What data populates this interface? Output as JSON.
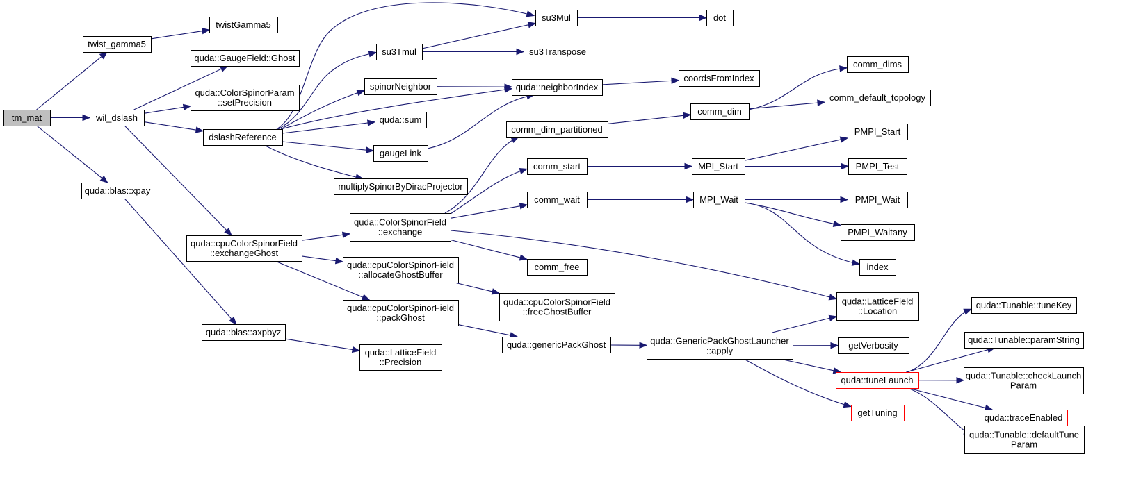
{
  "colors": {
    "edge": "#191970",
    "root_fill": "#bfbfbf",
    "highlight_border": "#ff0000"
  },
  "nodes": [
    {
      "id": "tm_mat",
      "lines": [
        "tm_mat"
      ],
      "style": "root"
    },
    {
      "id": "twist_gamma5",
      "lines": [
        "twist_gamma5"
      ]
    },
    {
      "id": "twistGamma5",
      "lines": [
        "twistGamma5"
      ]
    },
    {
      "id": "wil_dslash",
      "lines": [
        "wil_dslash"
      ]
    },
    {
      "id": "xpay",
      "lines": [
        "quda::blas::xpay"
      ]
    },
    {
      "id": "ghost",
      "lines": [
        "quda::GaugeField::Ghost"
      ]
    },
    {
      "id": "setPrecision",
      "lines": [
        "quda::ColorSpinorParam",
        "::setPrecision"
      ]
    },
    {
      "id": "dslashReference",
      "lines": [
        "dslashReference"
      ]
    },
    {
      "id": "exchangeGhost",
      "lines": [
        "quda::cpuColorSpinorField",
        "::exchangeGhost"
      ]
    },
    {
      "id": "axpbyz",
      "lines": [
        "quda::blas::axpbyz"
      ]
    },
    {
      "id": "su3Mul",
      "lines": [
        "su3Mul"
      ]
    },
    {
      "id": "su3Tmul",
      "lines": [
        "su3Tmul"
      ]
    },
    {
      "id": "spinorNeighbor",
      "lines": [
        "spinorNeighbor"
      ]
    },
    {
      "id": "qsum",
      "lines": [
        "quda::sum"
      ]
    },
    {
      "id": "gaugeLink",
      "lines": [
        "gaugeLink"
      ]
    },
    {
      "id": "multiply",
      "lines": [
        "multiplySpinorByDiracProjector"
      ]
    },
    {
      "id": "exchange",
      "lines": [
        "quda::ColorSpinorField",
        "::exchange"
      ]
    },
    {
      "id": "allocateGhost",
      "lines": [
        "quda::cpuColorSpinorField",
        "::allocateGhostBuffer"
      ]
    },
    {
      "id": "packGhost",
      "lines": [
        "quda::cpuColorSpinorField",
        "::packGhost"
      ]
    },
    {
      "id": "lfPrecision",
      "lines": [
        "quda::LatticeField",
        "::Precision"
      ]
    },
    {
      "id": "dot",
      "lines": [
        "dot"
      ]
    },
    {
      "id": "su3Transpose",
      "lines": [
        "su3Transpose"
      ]
    },
    {
      "id": "neighborIndex",
      "lines": [
        "quda::neighborIndex"
      ]
    },
    {
      "id": "coordsFromIndex",
      "lines": [
        "coordsFromIndex"
      ]
    },
    {
      "id": "commDimPartitioned",
      "lines": [
        "comm_dim_partitioned"
      ]
    },
    {
      "id": "commStart",
      "lines": [
        "comm_start"
      ]
    },
    {
      "id": "commWait",
      "lines": [
        "comm_wait"
      ]
    },
    {
      "id": "commFree",
      "lines": [
        "comm_free"
      ]
    },
    {
      "id": "freeGhost",
      "lines": [
        "quda::cpuColorSpinorField",
        "::freeGhostBuffer"
      ]
    },
    {
      "id": "genericPackGhost",
      "lines": [
        "quda::genericPackGhost"
      ]
    },
    {
      "id": "commDim",
      "lines": [
        "comm_dim"
      ]
    },
    {
      "id": "mpiStart",
      "lines": [
        "MPI_Start"
      ]
    },
    {
      "id": "mpiWait",
      "lines": [
        "MPI_Wait"
      ]
    },
    {
      "id": "launcherApply",
      "lines": [
        "quda::GenericPackGhostLauncher",
        "::apply"
      ]
    },
    {
      "id": "commDims",
      "lines": [
        "comm_dims"
      ]
    },
    {
      "id": "commDefaultTopology",
      "lines": [
        "comm_default_topology"
      ]
    },
    {
      "id": "pmpiStart",
      "lines": [
        "PMPI_Start"
      ]
    },
    {
      "id": "pmpiTest",
      "lines": [
        "PMPI_Test"
      ]
    },
    {
      "id": "pmpiWait",
      "lines": [
        "PMPI_Wait"
      ]
    },
    {
      "id": "pmpiWaitany",
      "lines": [
        "PMPI_Waitany"
      ]
    },
    {
      "id": "index",
      "lines": [
        "index"
      ]
    },
    {
      "id": "lfLocation",
      "lines": [
        "quda::LatticeField",
        "::Location"
      ]
    },
    {
      "id": "getVerbosity",
      "lines": [
        "getVerbosity"
      ]
    },
    {
      "id": "tuneLaunch",
      "lines": [
        "quda::tuneLaunch"
      ],
      "style": "red"
    },
    {
      "id": "getTuning",
      "lines": [
        "getTuning"
      ],
      "style": "red"
    },
    {
      "id": "tuneKey",
      "lines": [
        "quda::Tunable::tuneKey"
      ]
    },
    {
      "id": "paramString",
      "lines": [
        "quda::Tunable::paramString"
      ]
    },
    {
      "id": "checkLaunchParam",
      "lines": [
        "quda::Tunable::checkLaunch",
        "Param"
      ]
    },
    {
      "id": "traceEnabled",
      "lines": [
        "quda::traceEnabled"
      ],
      "style": "red"
    },
    {
      "id": "defaultTuneParam",
      "lines": [
        "quda::Tunable::defaultTune",
        "Param"
      ]
    }
  ],
  "edges": [
    {
      "from": "tm_mat",
      "to": "twist_gamma5"
    },
    {
      "from": "tm_mat",
      "to": "wil_dslash"
    },
    {
      "from": "tm_mat",
      "to": "xpay"
    },
    {
      "from": "twist_gamma5",
      "to": "twistGamma5"
    },
    {
      "from": "wil_dslash",
      "to": "ghost"
    },
    {
      "from": "wil_dslash",
      "to": "setPrecision"
    },
    {
      "from": "wil_dslash",
      "to": "dslashReference"
    },
    {
      "from": "wil_dslash",
      "to": "exchangeGhost"
    },
    {
      "from": "xpay",
      "to": "axpbyz"
    },
    {
      "from": "dslashReference",
      "to": "su3Mul"
    },
    {
      "from": "dslashReference",
      "to": "su3Tmul"
    },
    {
      "from": "dslashReference",
      "to": "spinorNeighbor"
    },
    {
      "from": "dslashReference",
      "to": "qsum"
    },
    {
      "from": "dslashReference",
      "to": "gaugeLink"
    },
    {
      "from": "dslashReference",
      "to": "multiply"
    },
    {
      "from": "dslashReference",
      "to": "neighborIndex"
    },
    {
      "from": "su3Tmul",
      "to": "su3Mul"
    },
    {
      "from": "su3Tmul",
      "to": "su3Transpose"
    },
    {
      "from": "su3Mul",
      "to": "dot"
    },
    {
      "from": "spinorNeighbor",
      "to": "neighborIndex"
    },
    {
      "from": "gaugeLink",
      "to": "neighborIndex"
    },
    {
      "from": "neighborIndex",
      "to": "coordsFromIndex"
    },
    {
      "from": "exchangeGhost",
      "to": "exchange"
    },
    {
      "from": "exchangeGhost",
      "to": "allocateGhost"
    },
    {
      "from": "exchangeGhost",
      "to": "packGhost"
    },
    {
      "from": "axpbyz",
      "to": "lfPrecision"
    },
    {
      "from": "exchange",
      "to": "commDimPartitioned"
    },
    {
      "from": "exchange",
      "to": "commStart"
    },
    {
      "from": "exchange",
      "to": "commWait"
    },
    {
      "from": "exchange",
      "to": "commFree"
    },
    {
      "from": "exchange",
      "to": "lfLocation"
    },
    {
      "from": "allocateGhost",
      "to": "freeGhost"
    },
    {
      "from": "packGhost",
      "to": "genericPackGhost"
    },
    {
      "from": "commDimPartitioned",
      "to": "commDim"
    },
    {
      "from": "commDim",
      "to": "commDims"
    },
    {
      "from": "commDim",
      "to": "commDefaultTopology"
    },
    {
      "from": "commStart",
      "to": "mpiStart"
    },
    {
      "from": "commWait",
      "to": "mpiWait"
    },
    {
      "from": "mpiStart",
      "to": "pmpiStart"
    },
    {
      "from": "mpiStart",
      "to": "pmpiTest"
    },
    {
      "from": "mpiWait",
      "to": "pmpiWait"
    },
    {
      "from": "mpiWait",
      "to": "pmpiWaitany"
    },
    {
      "from": "mpiWait",
      "to": "index"
    },
    {
      "from": "genericPackGhost",
      "to": "launcherApply"
    },
    {
      "from": "launcherApply",
      "to": "lfLocation"
    },
    {
      "from": "launcherApply",
      "to": "getVerbosity"
    },
    {
      "from": "launcherApply",
      "to": "tuneLaunch"
    },
    {
      "from": "launcherApply",
      "to": "getTuning"
    },
    {
      "from": "tuneLaunch",
      "to": "tuneKey"
    },
    {
      "from": "tuneLaunch",
      "to": "paramString"
    },
    {
      "from": "tuneLaunch",
      "to": "checkLaunchParam"
    },
    {
      "from": "tuneLaunch",
      "to": "traceEnabled"
    },
    {
      "from": "tuneLaunch",
      "to": "defaultTuneParam"
    }
  ]
}
